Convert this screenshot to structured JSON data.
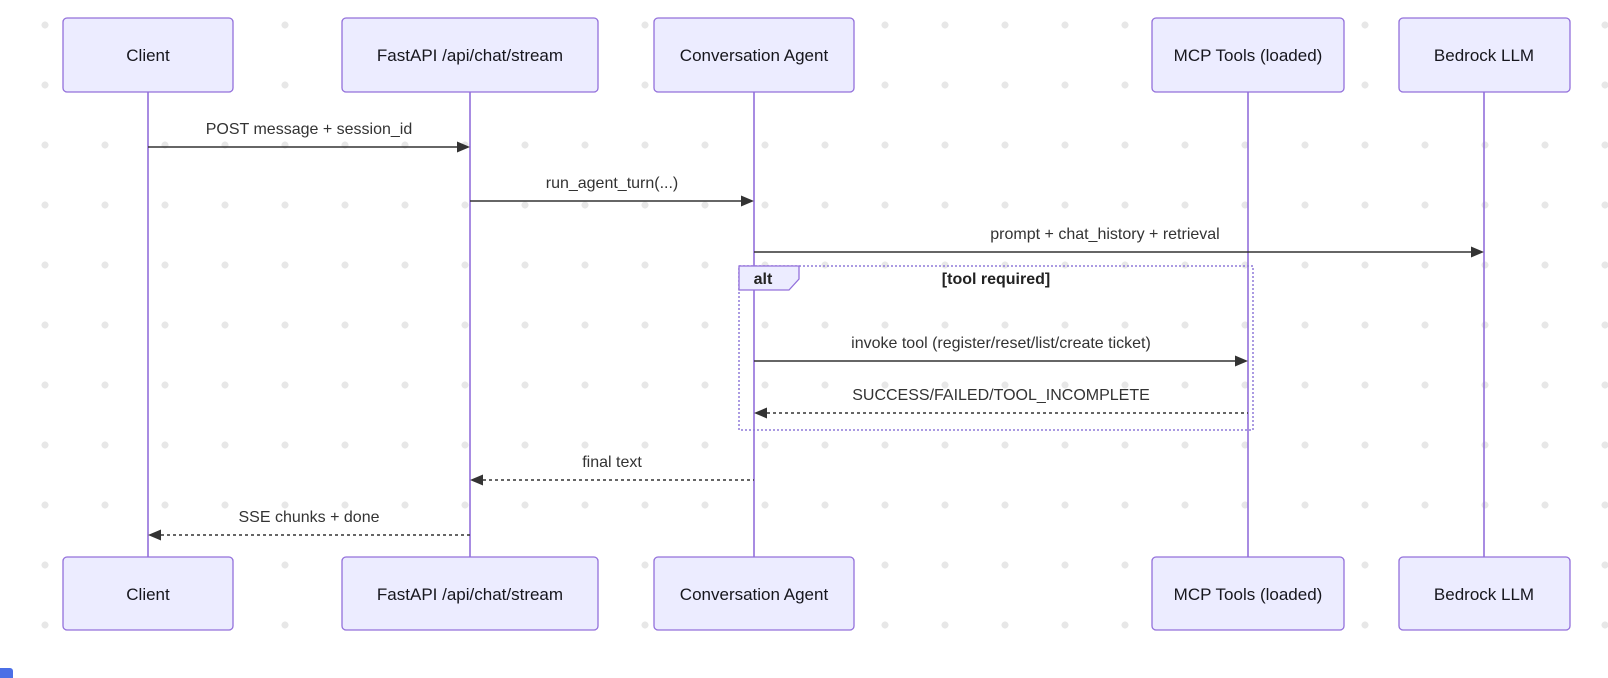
{
  "diagram": {
    "type": "sequence",
    "actors": [
      {
        "name": "Client"
      },
      {
        "name": "FastAPI /api/chat/stream"
      },
      {
        "name": "Conversation Agent"
      },
      {
        "name": "MCP Tools (loaded)"
      },
      {
        "name": "Bedrock LLM"
      }
    ],
    "messages": [
      {
        "from": "Client",
        "to": "FastAPI /api/chat/stream",
        "label": "POST message + session_id",
        "line": "solid"
      },
      {
        "from": "FastAPI /api/chat/stream",
        "to": "Conversation Agent",
        "label": "run_agent_turn(...)",
        "line": "solid"
      },
      {
        "from": "Conversation Agent",
        "to": "Bedrock LLM",
        "label": "prompt + chat_history + retrieval",
        "line": "solid"
      },
      {
        "from": "Conversation Agent",
        "to": "MCP Tools (loaded)",
        "label": "invoke tool (register/reset/list/create ticket)",
        "line": "solid"
      },
      {
        "from": "MCP Tools (loaded)",
        "to": "Conversation Agent",
        "label": "SUCCESS/FAILED/TOOL_INCOMPLETE",
        "line": "dashed"
      },
      {
        "from": "Conversation Agent",
        "to": "FastAPI /api/chat/stream",
        "label": "final text",
        "line": "dashed"
      },
      {
        "from": "FastAPI /api/chat/stream",
        "to": "Client",
        "label": "SSE chunks + done",
        "line": "dashed"
      }
    ],
    "alt": {
      "label": "alt",
      "condition": "[tool required]"
    },
    "colors": {
      "actor_fill": "#ECECFF",
      "actor_border": "#9370DB",
      "lifeline": "#9370DB",
      "arrow": "#333333",
      "frame_border": "#8F7AD8",
      "text": "#333333",
      "dot_grid": "#E7E7E7",
      "corner_accent": "#4B6FE6"
    }
  }
}
